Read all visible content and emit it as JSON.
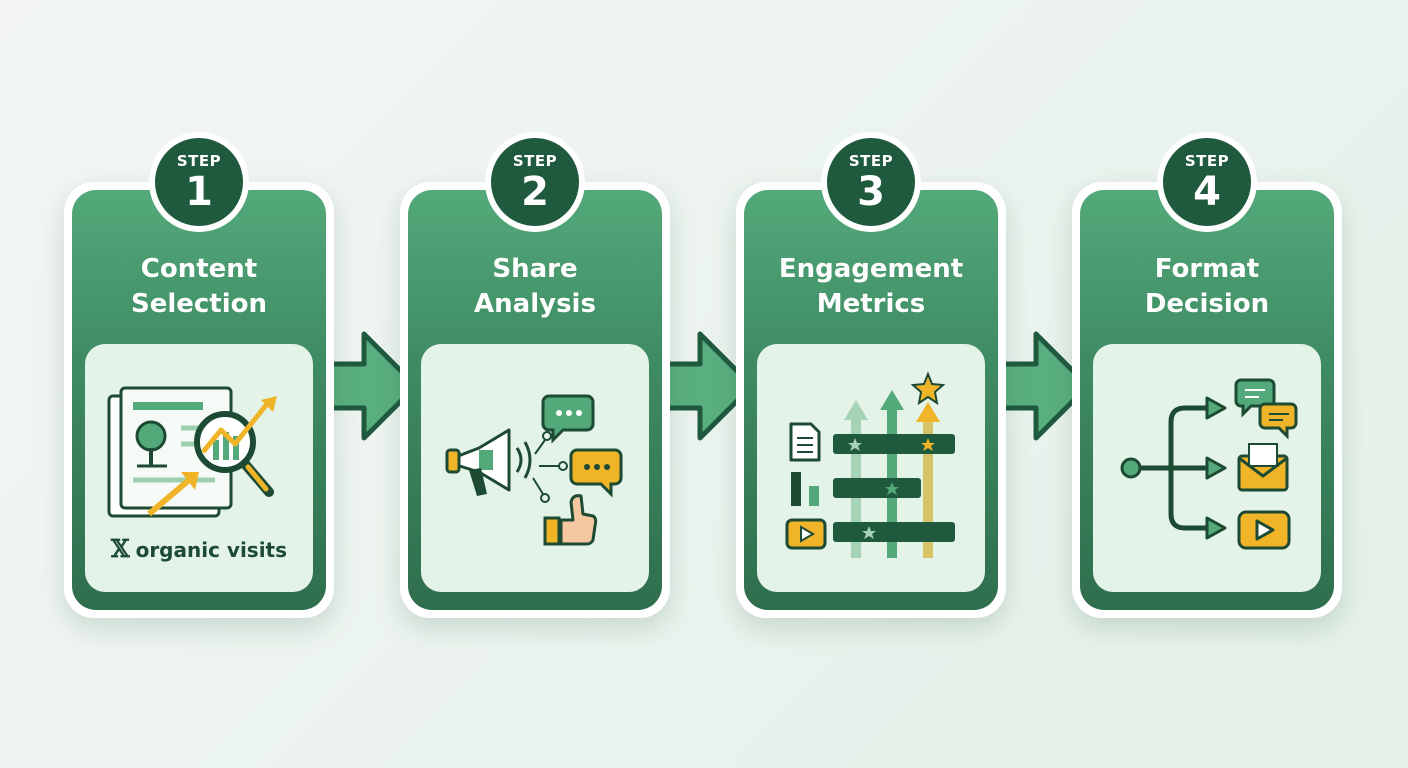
{
  "steps": [
    {
      "label": "STEP",
      "number": "1",
      "title": "Content\nSelection",
      "caption_icon": "x-logo",
      "caption": "organic visits",
      "icons": [
        "newspaper-icon",
        "tree-icon",
        "magnifier-chart-icon",
        "trend-arrow-icon"
      ]
    },
    {
      "label": "STEP",
      "number": "2",
      "title": "Share\nAnalysis",
      "icons": [
        "megaphone-icon",
        "chat-bubble-icon",
        "thumbs-up-icon"
      ]
    },
    {
      "label": "STEP",
      "number": "3",
      "title": "Engagement\nMetrics",
      "icons": [
        "document-icon",
        "bar-chart-icon",
        "video-play-icon",
        "star-icon",
        "up-arrow-icon"
      ]
    },
    {
      "label": "STEP",
      "number": "4",
      "title": "Format\nDecision",
      "icons": [
        "branch-arrows-icon",
        "chat-bubbles-icon",
        "envelope-icon",
        "video-play-icon"
      ]
    }
  ],
  "colors": {
    "dark_green": "#1f5a3e",
    "card_green": "#3f8c63",
    "light_green": "#53a97a",
    "panel_mint": "#e4f3e8",
    "accent_yellow": "#f0b429",
    "icon_outline": "#1d4a33"
  }
}
